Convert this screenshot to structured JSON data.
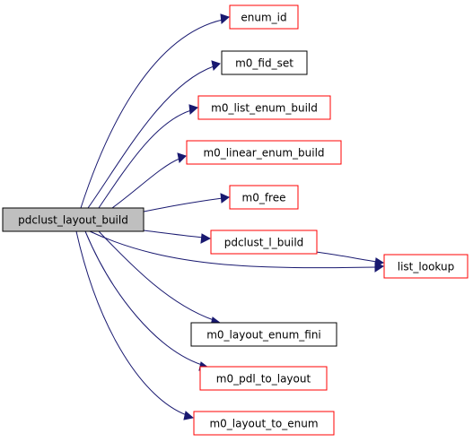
{
  "graph": {
    "colors": {
      "edge": "#191970",
      "root_fill": "#bfbfbf",
      "root_border": "#000000",
      "linked_border": "#ff0000",
      "plain_border": "#000000",
      "node_fill": "#ffffff"
    },
    "root": {
      "label": "pdclust_layout_build"
    },
    "nodes": [
      {
        "id": "enum_id",
        "label": "enum_id",
        "style": "linked"
      },
      {
        "id": "m0_fid_set",
        "label": "m0_fid_set",
        "style": "plain"
      },
      {
        "id": "m0_list_enum_build",
        "label": "m0_list_enum_build",
        "style": "linked"
      },
      {
        "id": "m0_linear_enum_build",
        "label": "m0_linear_enum_build",
        "style": "linked"
      },
      {
        "id": "m0_free",
        "label": "m0_free",
        "style": "linked"
      },
      {
        "id": "pdclust_l_build",
        "label": "pdclust_l_build",
        "style": "linked"
      },
      {
        "id": "list_lookup",
        "label": "list_lookup",
        "style": "linked"
      },
      {
        "id": "m0_layout_enum_fini",
        "label": "m0_layout_enum_fini",
        "style": "plain"
      },
      {
        "id": "m0_pdl_to_layout",
        "label": "m0_pdl_to_layout",
        "style": "linked"
      },
      {
        "id": "m0_layout_to_enum",
        "label": "m0_layout_to_enum",
        "style": "linked"
      }
    ],
    "edges": [
      {
        "from": "pdclust_layout_build",
        "to": "enum_id"
      },
      {
        "from": "pdclust_layout_build",
        "to": "m0_fid_set"
      },
      {
        "from": "pdclust_layout_build",
        "to": "m0_list_enum_build"
      },
      {
        "from": "pdclust_layout_build",
        "to": "m0_linear_enum_build"
      },
      {
        "from": "pdclust_layout_build",
        "to": "m0_free"
      },
      {
        "from": "pdclust_layout_build",
        "to": "pdclust_l_build"
      },
      {
        "from": "pdclust_layout_build",
        "to": "list_lookup"
      },
      {
        "from": "pdclust_layout_build",
        "to": "m0_layout_enum_fini"
      },
      {
        "from": "pdclust_layout_build",
        "to": "m0_pdl_to_layout"
      },
      {
        "from": "pdclust_layout_build",
        "to": "m0_layout_to_enum"
      },
      {
        "from": "pdclust_l_build",
        "to": "list_lookup"
      }
    ]
  }
}
